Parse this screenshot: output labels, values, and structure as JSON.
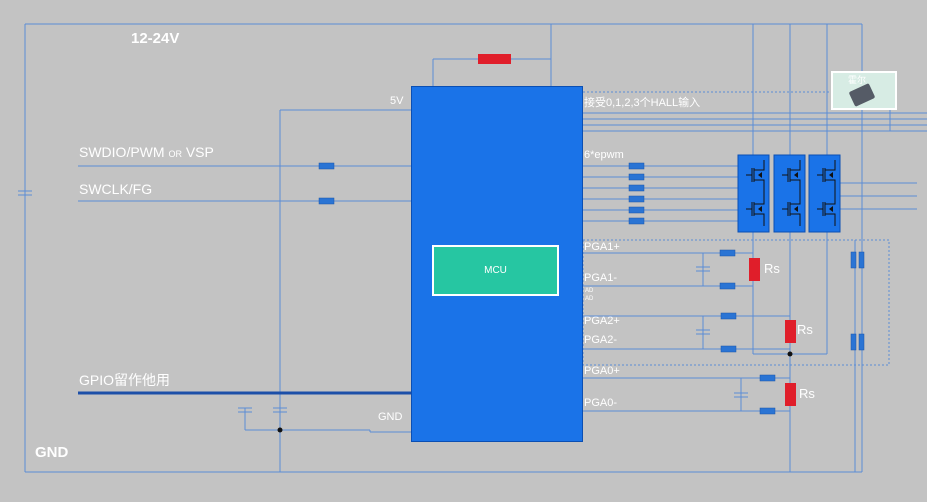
{
  "labels": {
    "supply": "12-24V",
    "gnd": "GND",
    "v5": "5V",
    "mcu_gnd": "GND",
    "swdio_main": "SWDIO/PWM ",
    "swdio_or": "OR",
    "swdio_vsp": " VSP",
    "swclk": "SWCLK/FG",
    "gpio": "GPIO留作他用",
    "mcu": "MCU",
    "hall_input": "接受0,1,2,3个HALL输入",
    "epwm": "6*epwm",
    "pga1p": "PGA1+",
    "pga1n": "PGA1-",
    "pga2p": "PGA2+",
    "pga2n": "PGA2-",
    "pga0p": "PGA0+",
    "pga0n": "PGA0-",
    "ad1": "AD",
    "ad2": "AD",
    "rs1": "Rs",
    "rs2": "Rs",
    "rs3": "Rs",
    "hall_sensor": "霍尔"
  },
  "colors": {
    "background": "#c3c3c3",
    "wire": "#5b8dd6",
    "mcu_block": "#1a73e8",
    "mcu_chip": "#26c6a2",
    "resistor_red": "#e01e2a",
    "small_resistor": "#2a74d4",
    "text": "#ffffff"
  },
  "icons": {
    "mosfet_bridge": "half-bridge-mosfet-icon",
    "hall": "hall-sensor-icon",
    "capacitor": "capacitor-icon"
  }
}
